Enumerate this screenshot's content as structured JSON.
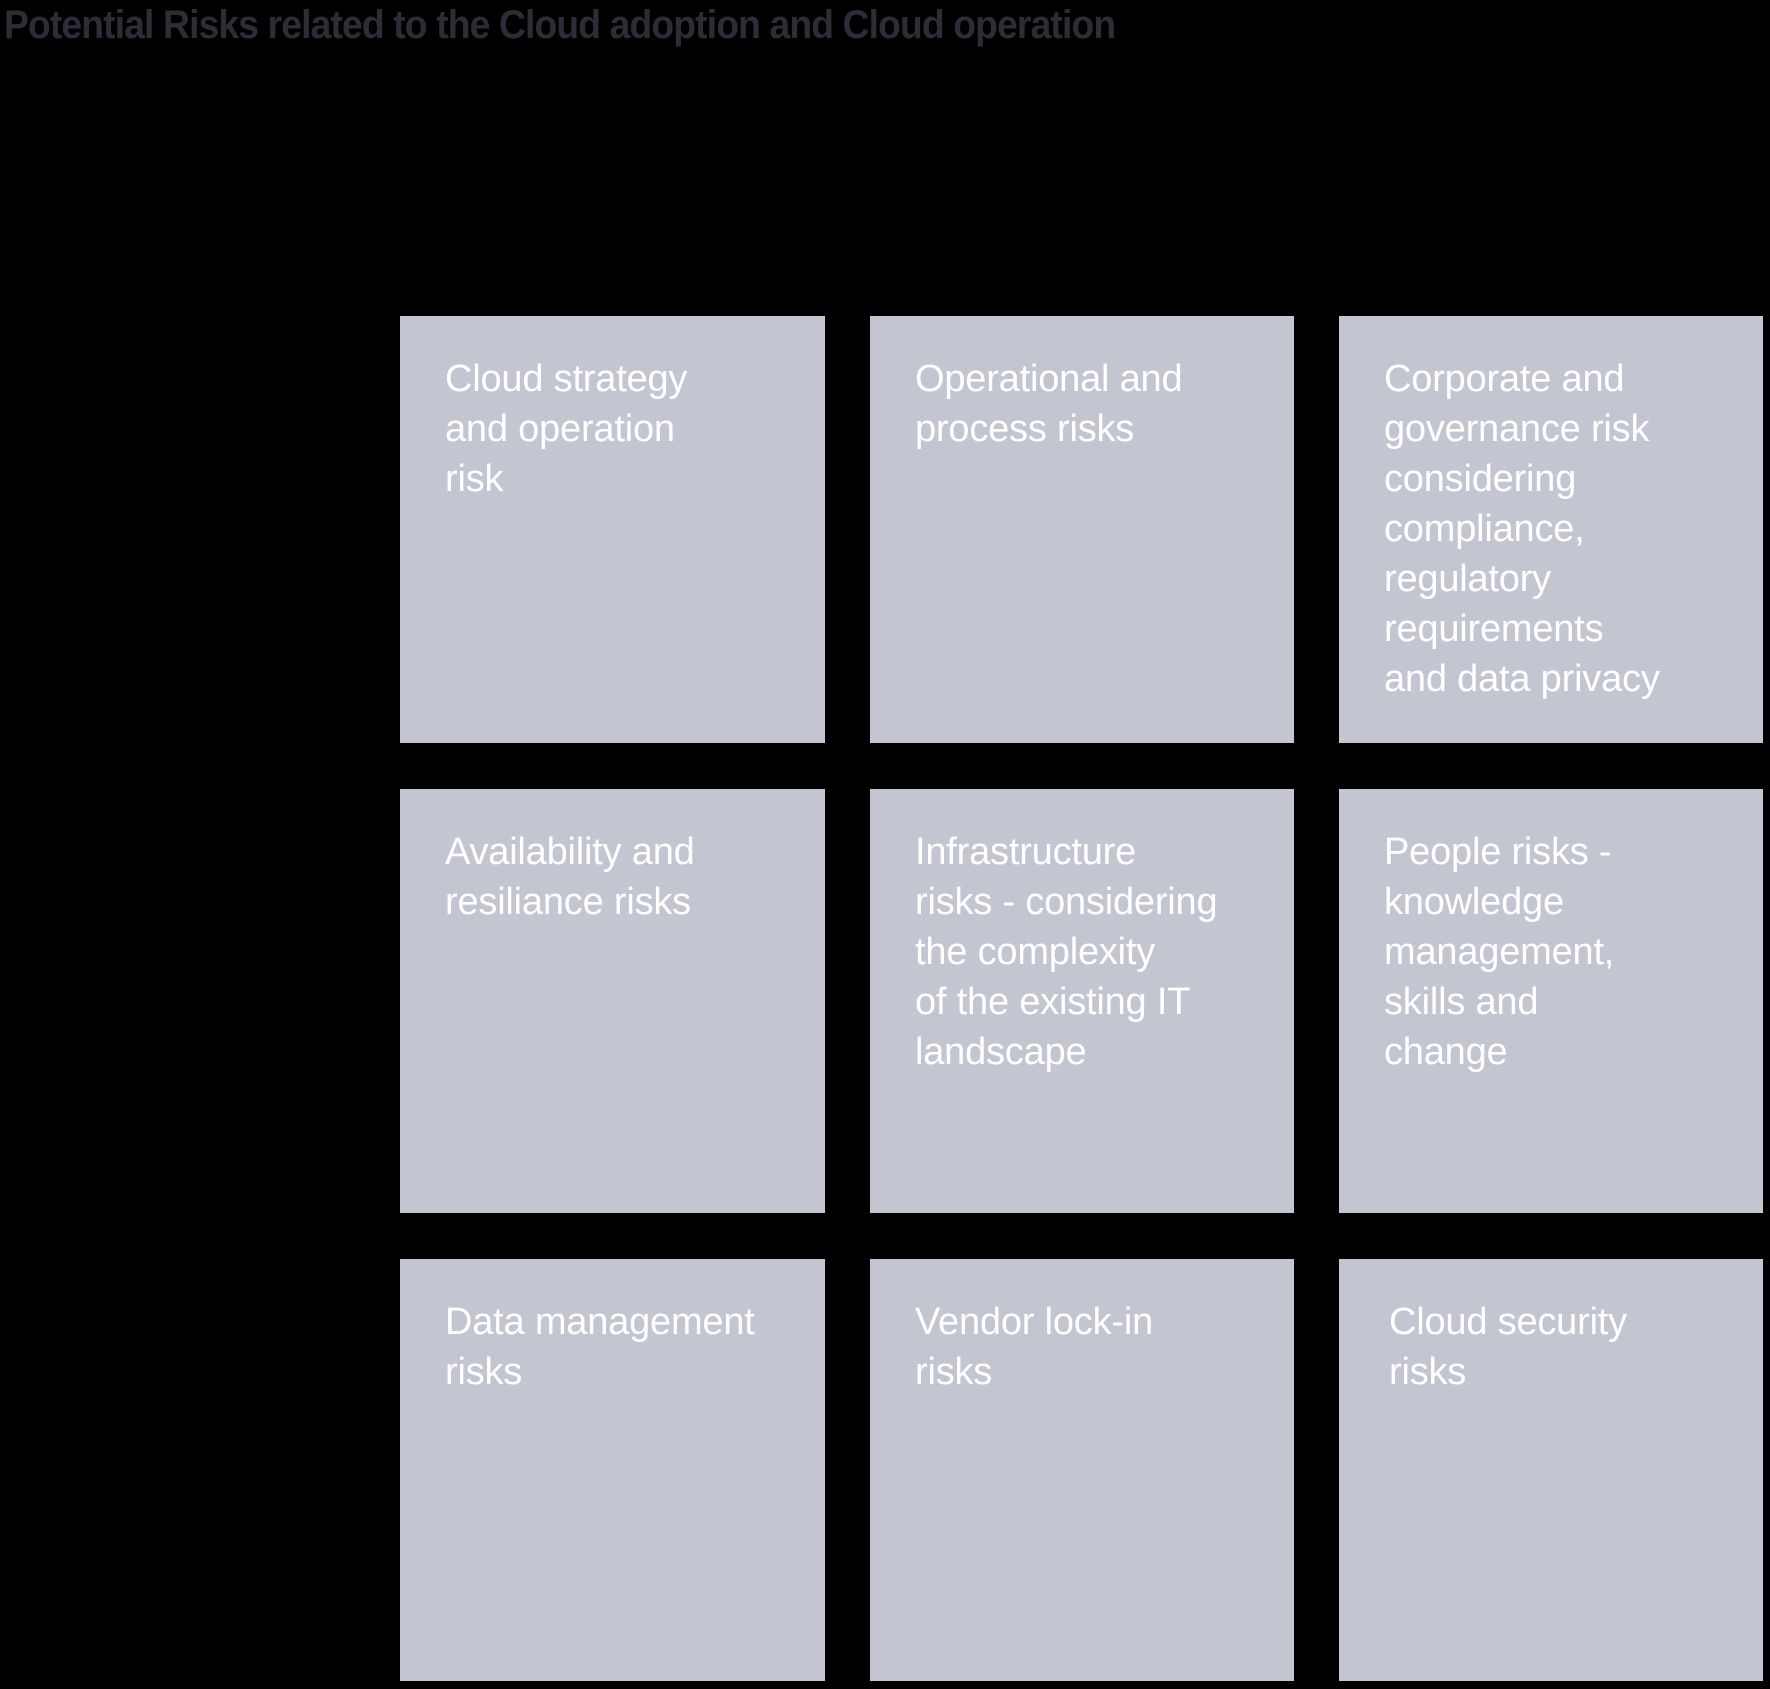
{
  "page": {
    "title": "Potential Risks related to the Cloud adoption and Cloud operation",
    "background_color": "#000000",
    "title_color": "#2d2d38",
    "card_color": "#c3c5d0",
    "card_text_color": "#ffffff"
  },
  "grid": {
    "columns": 3,
    "rows": 3,
    "cards": [
      {
        "label": "Cloud strategy\nand operation\nrisk"
      },
      {
        "label": "Operational and\nprocess risks"
      },
      {
        "label": "Corporate and\ngovernance risk\nconsidering\ncompliance,\nregulatory\nrequirements\nand data privacy"
      },
      {
        "label": "Availability and\nresiliance risks"
      },
      {
        "label": "Infrastructure\nrisks - considering\nthe  complexity\nof the existing IT\nlandscape"
      },
      {
        "label": "People risks -\nknowledge\nmanagement,\nskills and\nchange"
      },
      {
        "label": "Data management\nrisks"
      },
      {
        "label": "Vendor lock-in\nrisks"
      },
      {
        "label": "Cloud security\nrisks"
      }
    ]
  }
}
